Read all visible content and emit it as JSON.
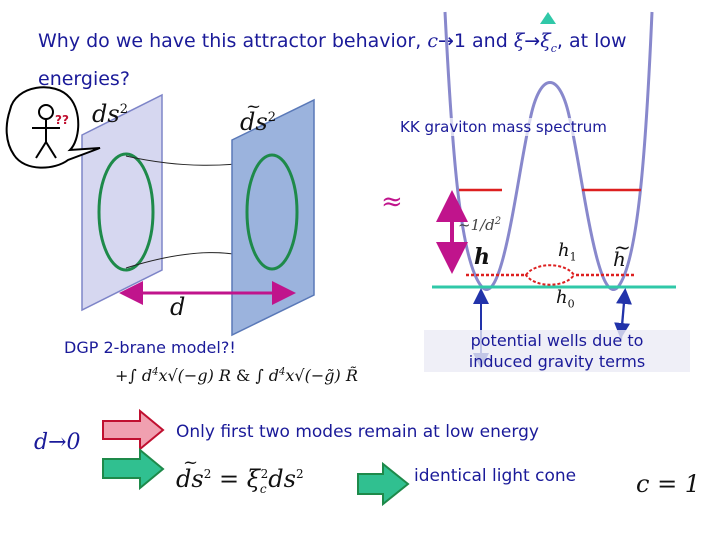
{
  "title": {
    "line1_text": "Why do we have this attractor behavior, ",
    "c": "c",
    "arrow1": "→1",
    "and": " and ",
    "xi": "ξ",
    "arrow2": "→",
    "xi_c": "ξ",
    "sub_c": "c",
    "at_low": ", at low",
    "line2": "energies?"
  },
  "figure_person": {
    "question_marks": "??"
  },
  "brane_left": {
    "label": "ds",
    "exponent": "2"
  },
  "brane_right": {
    "label": "ds",
    "tilde": "~",
    "exponent": "2"
  },
  "separation_label": "d",
  "approx_symbol": "≈",
  "dgp_label": "DGP 2-brane model?!",
  "action": {
    "part1": "+∫ d",
    "sup4a": "4",
    "part2": "x√(−g) R",
    "amp": " & ",
    "part3": "∫ d",
    "sup4b": "4",
    "part4": "x√(−g̃) R̃"
  },
  "spectrum": {
    "title": "KK graviton mass spectrum",
    "gap_label": "~1/d",
    "gap_exp": "2",
    "h_bold": "h",
    "h1": "h",
    "h1_sub": "1",
    "h_tilde": "h",
    "h0": "h",
    "h0_sub": "0",
    "caption_line1": "potential wells due to",
    "caption_line2": "induced gravity terms"
  },
  "bottom": {
    "d_to_0": "d→0",
    "only_first": "Only first two modes remain at low energy",
    "metric_lhs": "ds",
    "metric_lhs_exp": "2",
    "metric_eq": " = ξ",
    "metric_sub": "c",
    "metric_sup": "2",
    "metric_rhs": "ds",
    "metric_rhs_exp": "2",
    "identical": "identical light cone",
    "c_eq": "c = 1"
  },
  "colors": {
    "title": "#1a1a99",
    "brane_left": "#d6d7f0",
    "brane_right": "#9bb3dd",
    "ring": "#1e8a4a",
    "arrow_magenta": "#c0148c",
    "potential": "#8888cc",
    "level_red": "#dd2020",
    "ground": "#30c8a8",
    "red_arrow_fill": "#f0a0b0",
    "green_arrow_fill": "#30c090"
  }
}
